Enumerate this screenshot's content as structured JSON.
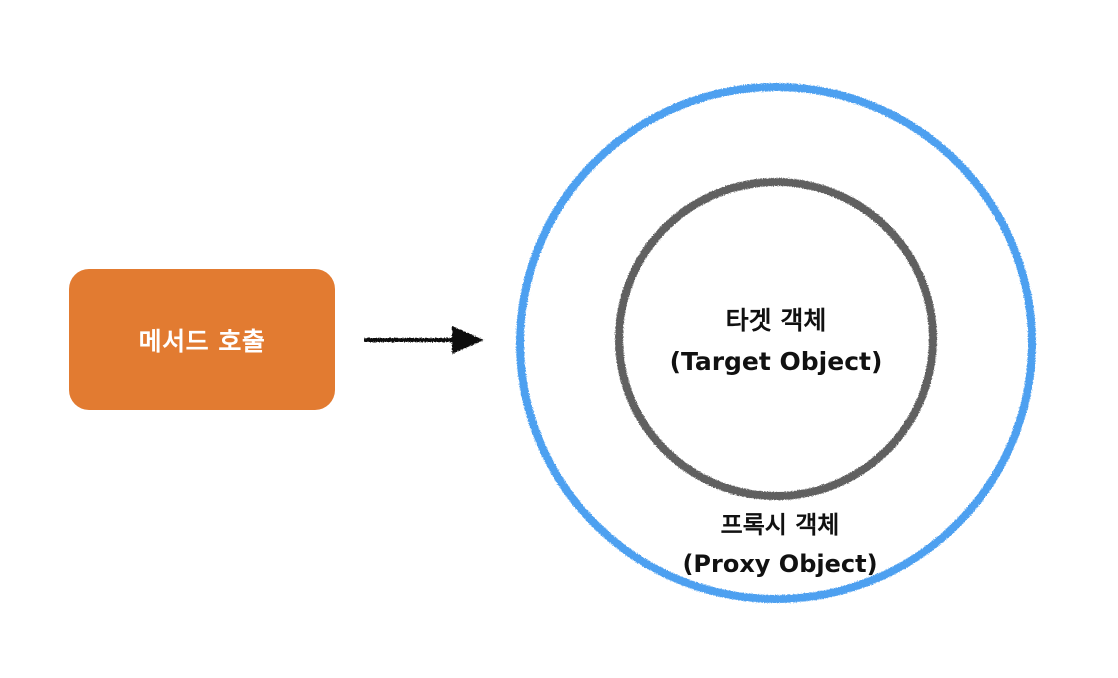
{
  "method_call": {
    "label": "메서드 호출"
  },
  "target_object": {
    "korean": "타겟 객체",
    "english": "(Target Object)"
  },
  "proxy_object": {
    "korean": "프록시 객체",
    "english": "(Proxy Object)"
  },
  "colors": {
    "method_box": "#E27B31",
    "proxy_ring": "#4DA0F0",
    "target_ring": "#616161",
    "arrow": "#111111",
    "text": "#111111"
  }
}
